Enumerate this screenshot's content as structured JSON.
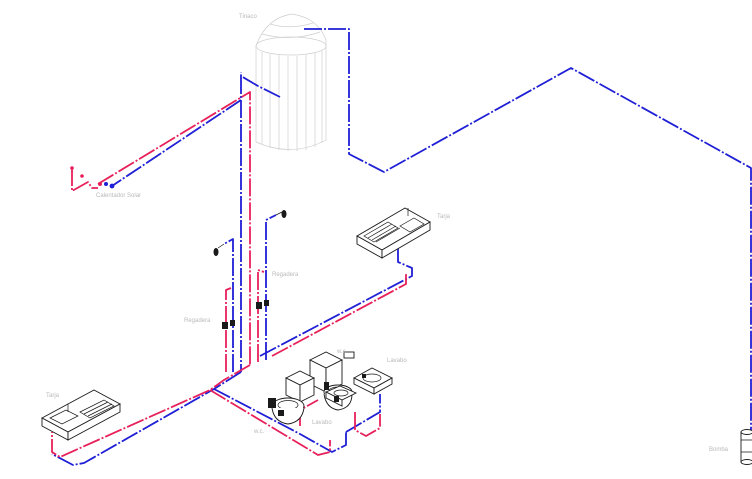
{
  "colors": {
    "cold_water": "#1f1fd6",
    "hot_water": "#e8205a",
    "fixture": "#1a1a1a",
    "label": "#b9b9b9",
    "tank_outline": "#cfcfcf"
  },
  "labels": {
    "tinaco": "Tinaco",
    "calentador": "Calentador Solar",
    "tarja_right": "Tarja",
    "tarja_left": "Tarja",
    "regadera_1": "Regadera",
    "regadera_2": "Regadera",
    "wc": "w.c.",
    "lavabo_1": "Lavabo",
    "lavabo_2": "Lavabo",
    "wc_2": "w.c.",
    "bomba": "Bomba"
  }
}
